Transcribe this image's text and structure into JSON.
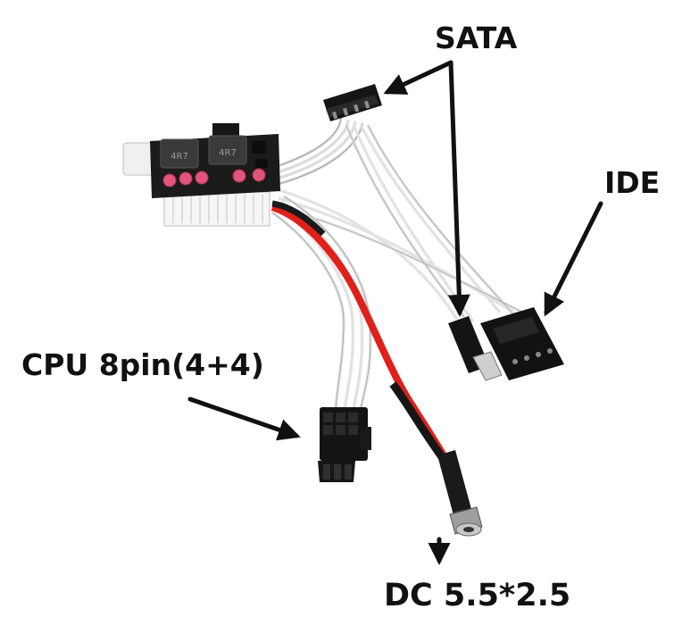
{
  "labels": {
    "sata": "SATA",
    "ide": "IDE",
    "cpu": "CPU 8pin(4+4)",
    "dc": "DC 5.5*2.5"
  },
  "board_markings": [
    "4R7",
    "4R7"
  ],
  "colors": {
    "background": "#ffffff",
    "arrow": "#111111",
    "pcb": "#1b1b1b",
    "red_wire": "#e0201b",
    "white_wire": "#e4e4e4",
    "capacitor": "#e2557a"
  }
}
